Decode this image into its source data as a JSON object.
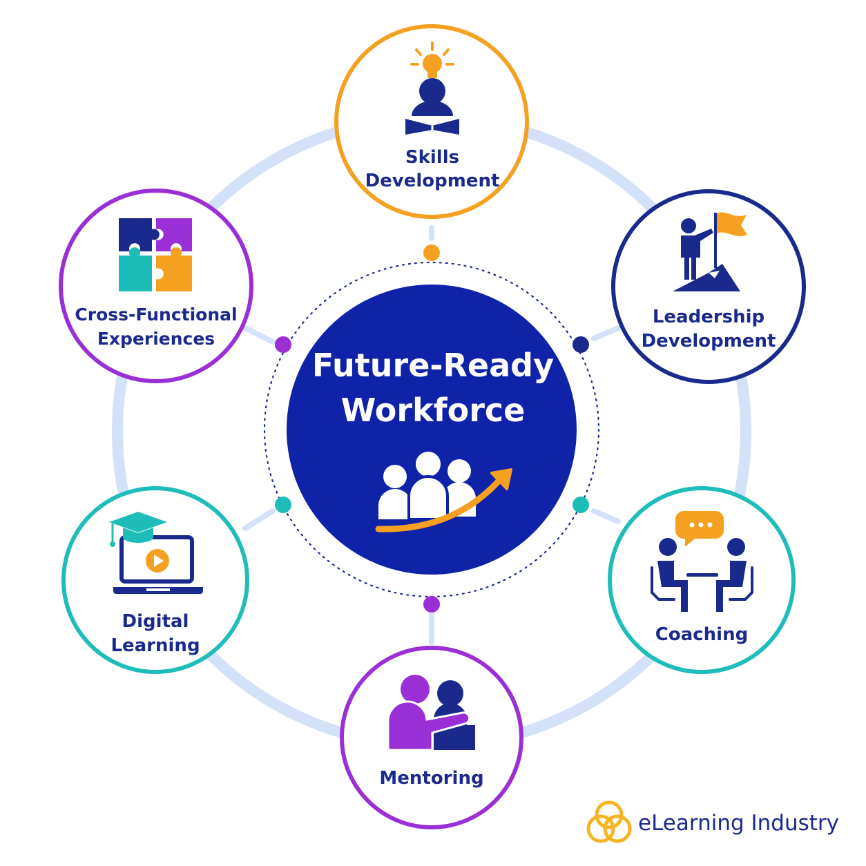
{
  "center": {
    "title_line1": "Future-Ready",
    "title_line2": "Workforce",
    "icon": "team-growth-icon"
  },
  "nodes": [
    {
      "id": "skills",
      "line1": "Skills",
      "line2": "Development",
      "icon": "reading-idea-icon"
    },
    {
      "id": "leadership",
      "line1": "Leadership",
      "line2": "Development",
      "icon": "summit-flag-icon"
    },
    {
      "id": "coaching",
      "line1": "Coaching",
      "line2": "",
      "icon": "conversation-icon"
    },
    {
      "id": "mentoring",
      "line1": "Mentoring",
      "line2": "",
      "icon": "mentor-pair-icon"
    },
    {
      "id": "digital",
      "line1": "Digital",
      "line2": "Learning",
      "icon": "laptop-graduation-icon"
    },
    {
      "id": "crossfunctional",
      "line1": "Cross-Functional",
      "line2": "Experiences",
      "icon": "puzzle-icon"
    }
  ],
  "brand": {
    "name": "eLearning Industry",
    "icon": "triple-ring-logo-icon"
  },
  "colors": {
    "navy": "#1a2a8c",
    "center_fill": "#0e23a8",
    "orange": "#f5a020",
    "purple": "#9b2fd6",
    "teal": "#1fbdb9",
    "ring": "#d3e1f9"
  }
}
